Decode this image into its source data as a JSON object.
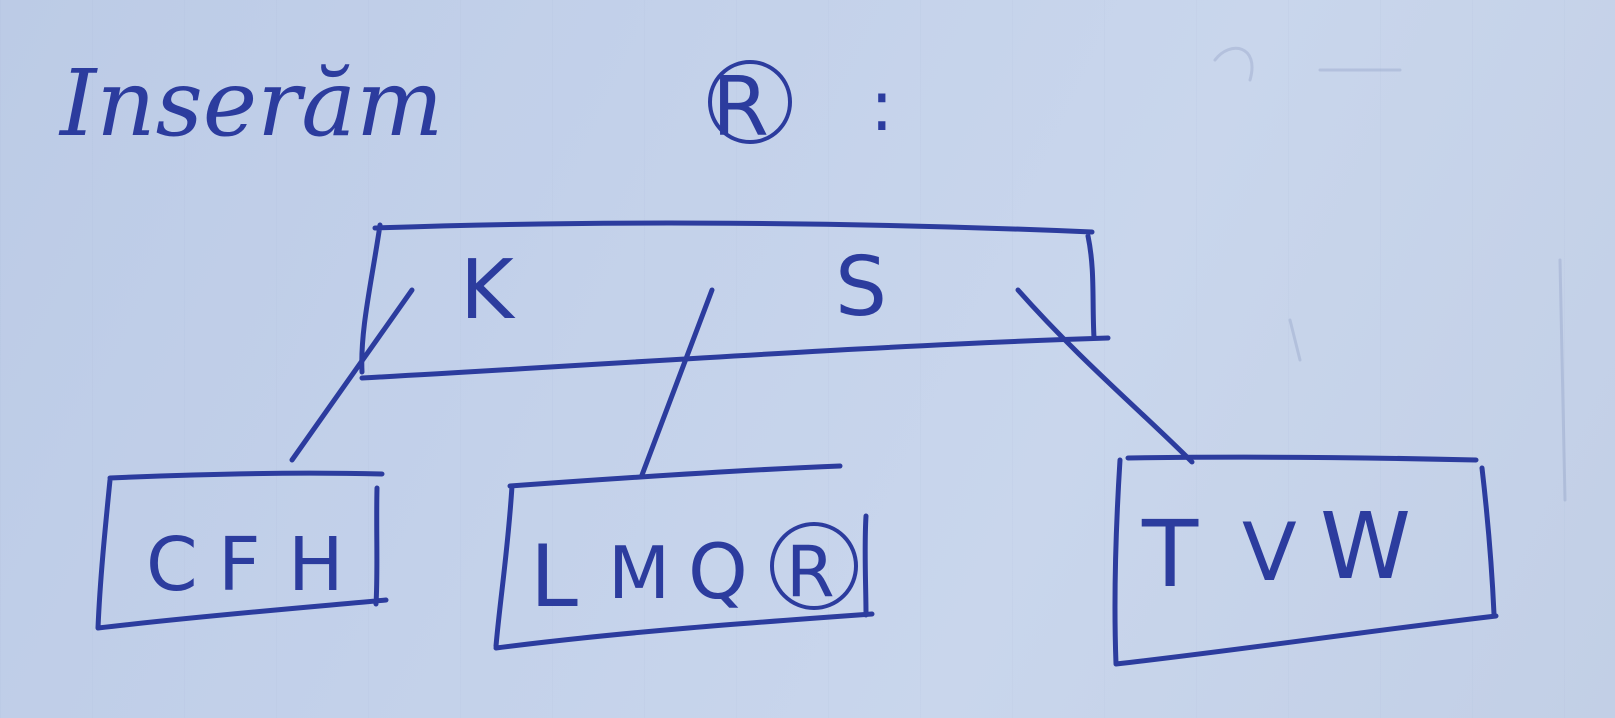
{
  "title": {
    "text": "Inserăm",
    "subject": "R",
    "colon": ":"
  },
  "root_node": {
    "keys": [
      "K",
      "S"
    ]
  },
  "children": [
    {
      "keys": [
        "C",
        "F",
        "H"
      ]
    },
    {
      "keys": [
        "L",
        "M",
        "Q",
        "R"
      ],
      "circled_key": "R"
    },
    {
      "keys": [
        "T",
        "V",
        "W"
      ]
    }
  ],
  "colors": {
    "ink": "#2c3c9e",
    "paper": "#c3d1ea"
  }
}
